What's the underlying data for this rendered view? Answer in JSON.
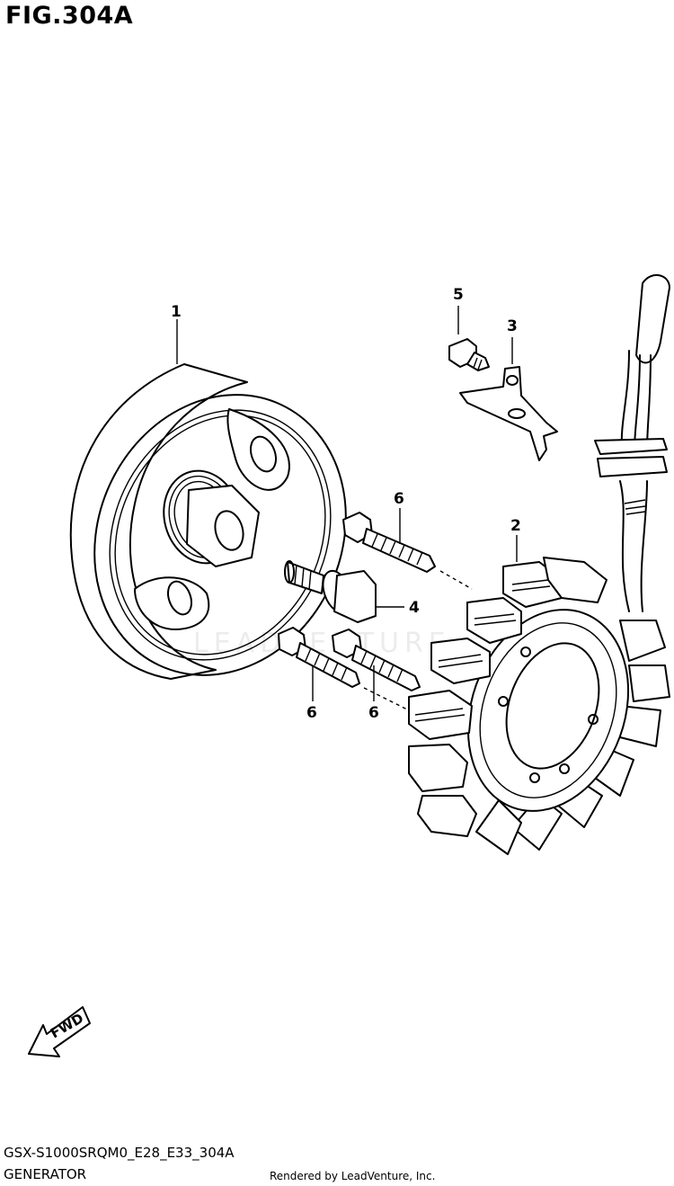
{
  "figure": {
    "title": "FIG.304A",
    "code": "GSX-S1000SRQM0_E28_E33_304A",
    "name": "GENERATOR",
    "credit": "Rendered by LeadVenture, Inc.",
    "watermark": "LEADVENTURE"
  },
  "callouts": {
    "rotor": "1",
    "stator": "2",
    "clamp": "3",
    "rotor_bolt": "4",
    "clamp_bolt": "5",
    "stator_bolt_a": "6",
    "stator_bolt_b": "6",
    "stator_bolt_c": "6"
  },
  "direction_badge": "FWD"
}
